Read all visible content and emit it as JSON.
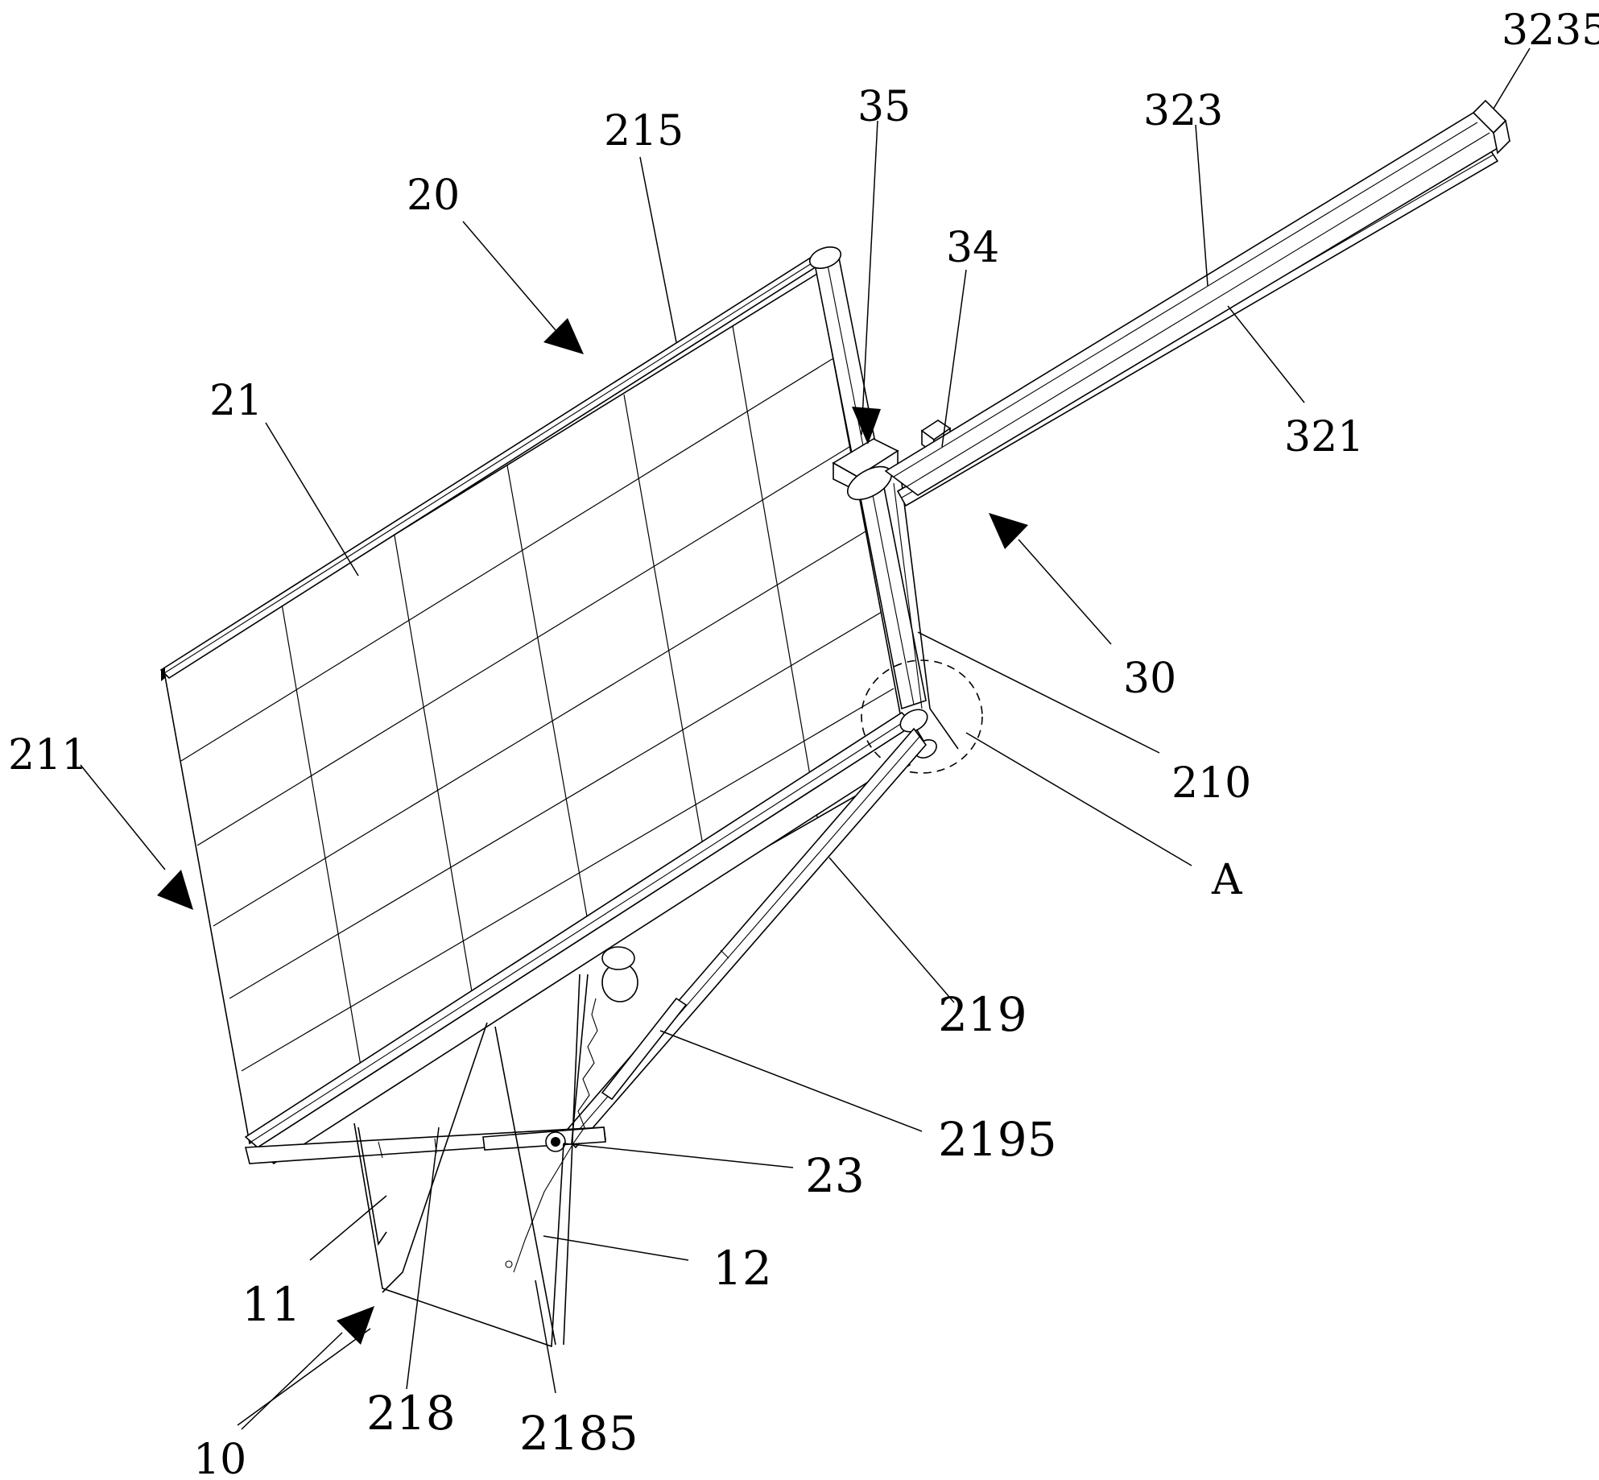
{
  "labels": {
    "n3235": "3235",
    "n323": "323",
    "n35": "35",
    "n215": "215",
    "n20": "20",
    "n34": "34",
    "n21": "21",
    "n321": "321",
    "n30": "30",
    "n211": "211",
    "n210": "210",
    "nA": "A",
    "n219": "219",
    "n2195": "2195",
    "n23": "23",
    "n12": "12",
    "n11": "11",
    "n218": "218",
    "n2185": "2185",
    "n10": "10"
  }
}
